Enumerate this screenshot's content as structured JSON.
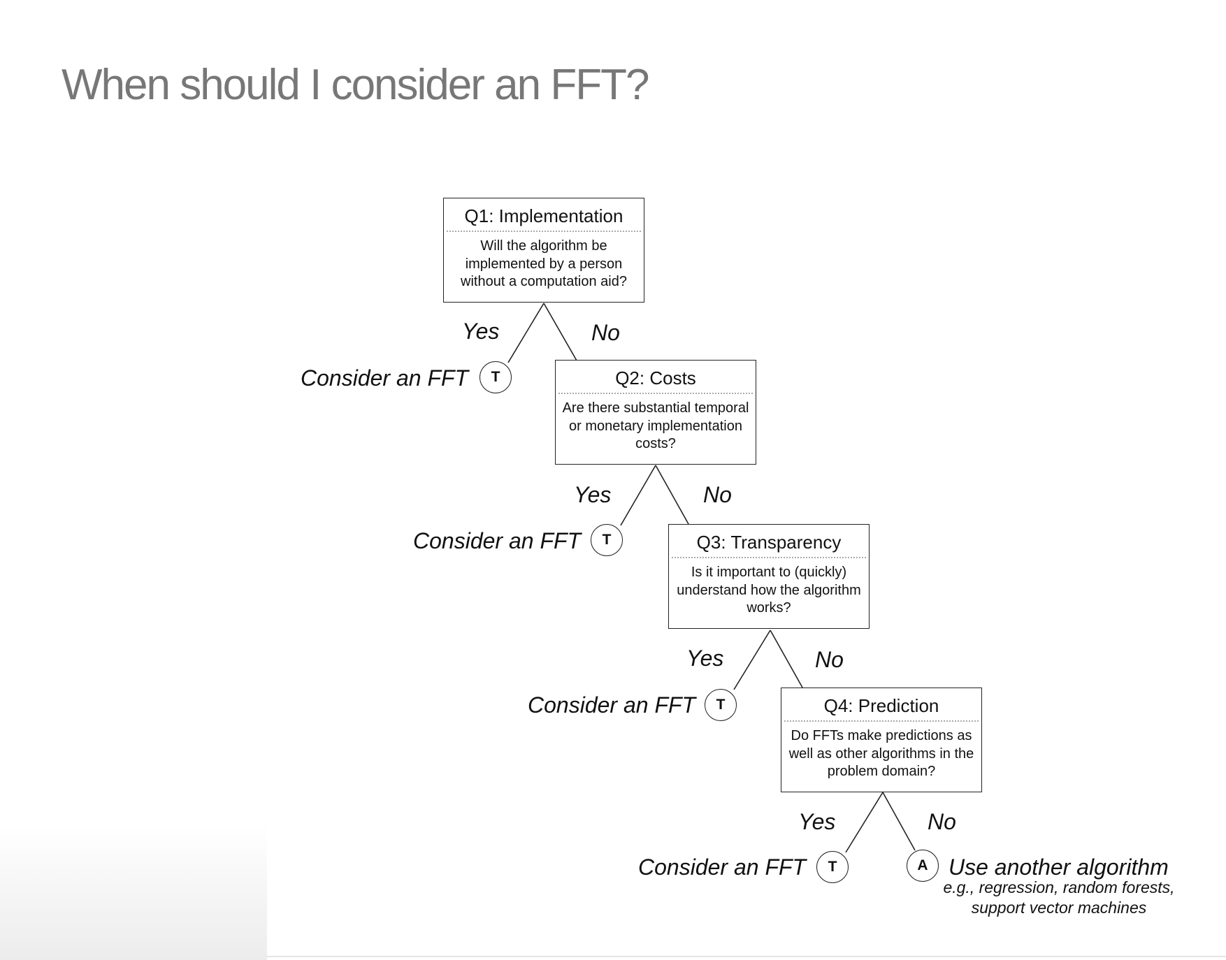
{
  "title": "When should I consider an FFT?",
  "questions": [
    {
      "heading": "Q1: Implementation",
      "body": "Will the algorithm be implemented by a person without a computation aid?"
    },
    {
      "heading": "Q2: Costs",
      "body": "Are there substantial temporal or monetary implementation costs?"
    },
    {
      "heading": "Q3: Transparency",
      "body": "Is it important to (quickly) understand how the algorithm works?"
    },
    {
      "heading": "Q4: Prediction",
      "body": "Do FFTs make predictions as well as other algorithms in the problem domain?"
    }
  ],
  "branches": {
    "yes": "Yes",
    "no": "No"
  },
  "leaves": {
    "fft_label": "Consider an FFT",
    "fft_symbol": "T",
    "alt_label": "Use another algorithm",
    "alt_symbol": "A",
    "alt_examples": "e.g., regression, random forests, support vector machines"
  }
}
